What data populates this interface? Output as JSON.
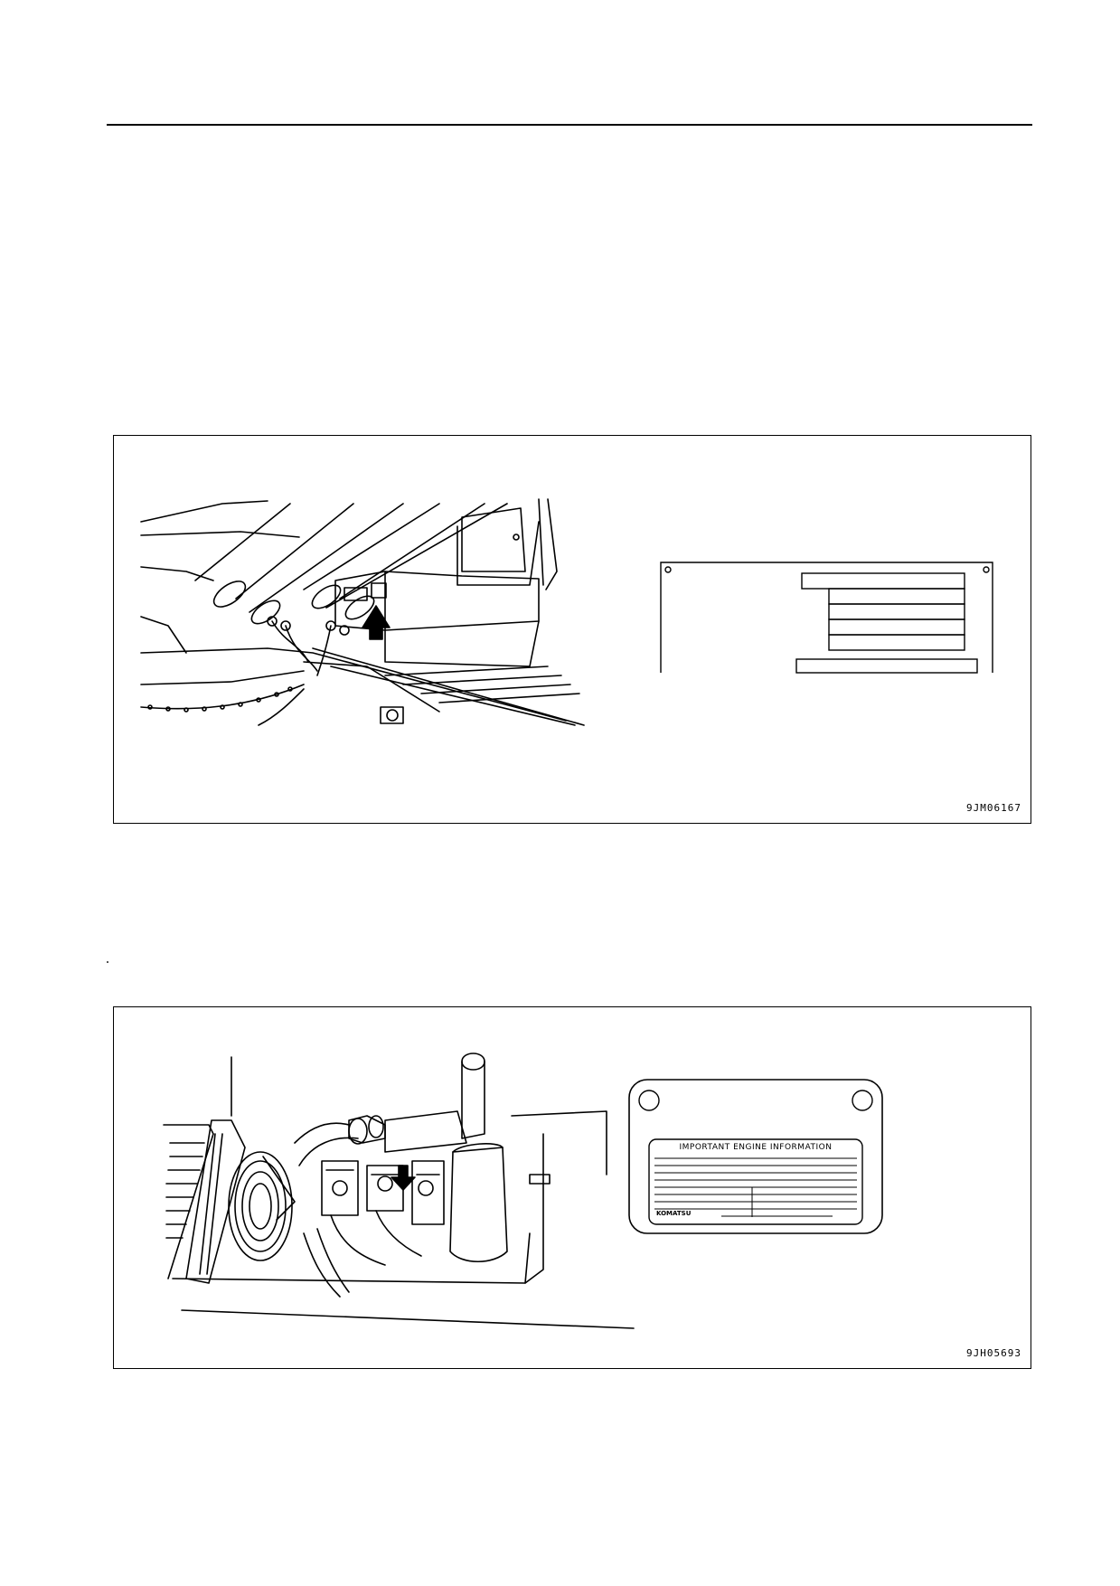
{
  "figures": [
    {
      "id": "figure-1",
      "code": "9JM06167"
    },
    {
      "id": "figure-2",
      "code": "9JH05693",
      "plate_title": "IMPORTANT ENGINE INFORMATION",
      "plate_brand": "KOMATSU"
    }
  ]
}
